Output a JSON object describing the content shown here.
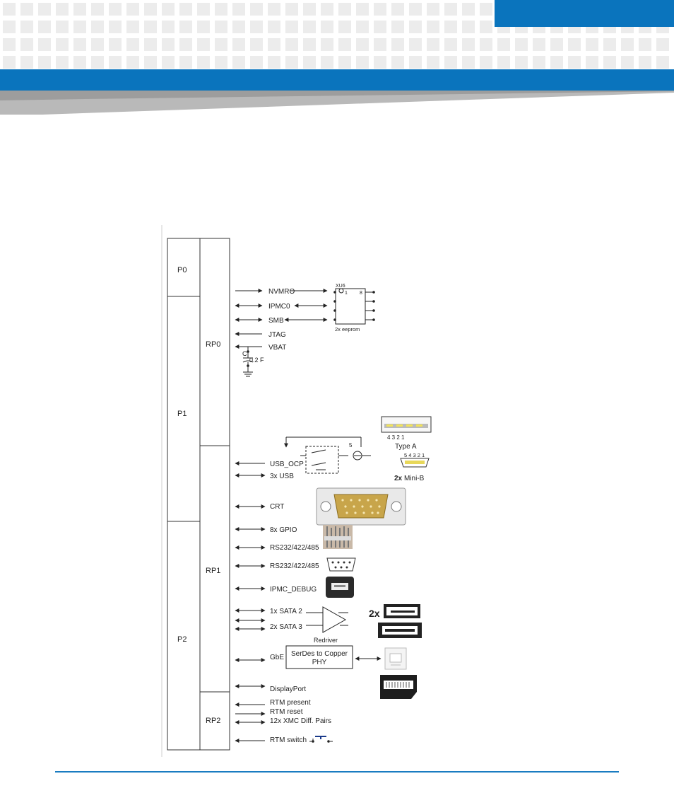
{
  "zones": {
    "p0": "P0",
    "p1": "P1",
    "p2": "P2",
    "rp0": "RP0",
    "rp1": "RP1",
    "rp2": "RP2"
  },
  "signals": {
    "nvmro": "NVMRO",
    "ipmc0": "IPMC0",
    "smb": "SMB",
    "jtag": "JTAG",
    "vbat": "VBAT",
    "cap_c": "C",
    "cap_value": "0.2 F",
    "usb_ocp": "USB_OCP",
    "usb3x": "3x USB",
    "crt": "CRT",
    "gpio": "8x GPIO",
    "rs232_a": "RS232/422/485",
    "rs232_b": "RS232/422/485",
    "ipmc_debug": "IPMC_DEBUG",
    "sata2": "1x SATA 2",
    "sata3": "2x SATA 3",
    "gbe": "GbE",
    "displayport": "DisplayPort",
    "rtm_present": "RTM present",
    "rtm_reset": "RTM reset",
    "xmc_pairs": "12x XMC Diff. Pairs",
    "rtm_switch": "RTM switch"
  },
  "components": {
    "eeprom_ref": "XU6",
    "eeprom_pin1": "1",
    "eeprom_pin8": "8",
    "eeprom_label": "2x eeprom",
    "switch_num": "5",
    "usb_type_a_pins": "4  3  2  1",
    "usb_type_a": "Type A",
    "mini_b_pins": "5 4 3 2 1",
    "mini_b_count": "2x",
    "mini_b": "Mini-B",
    "sata_count": "2x",
    "redriver": "Redriver",
    "phy_line1": "SerDes to Copper",
    "phy_line2": "PHY"
  }
}
